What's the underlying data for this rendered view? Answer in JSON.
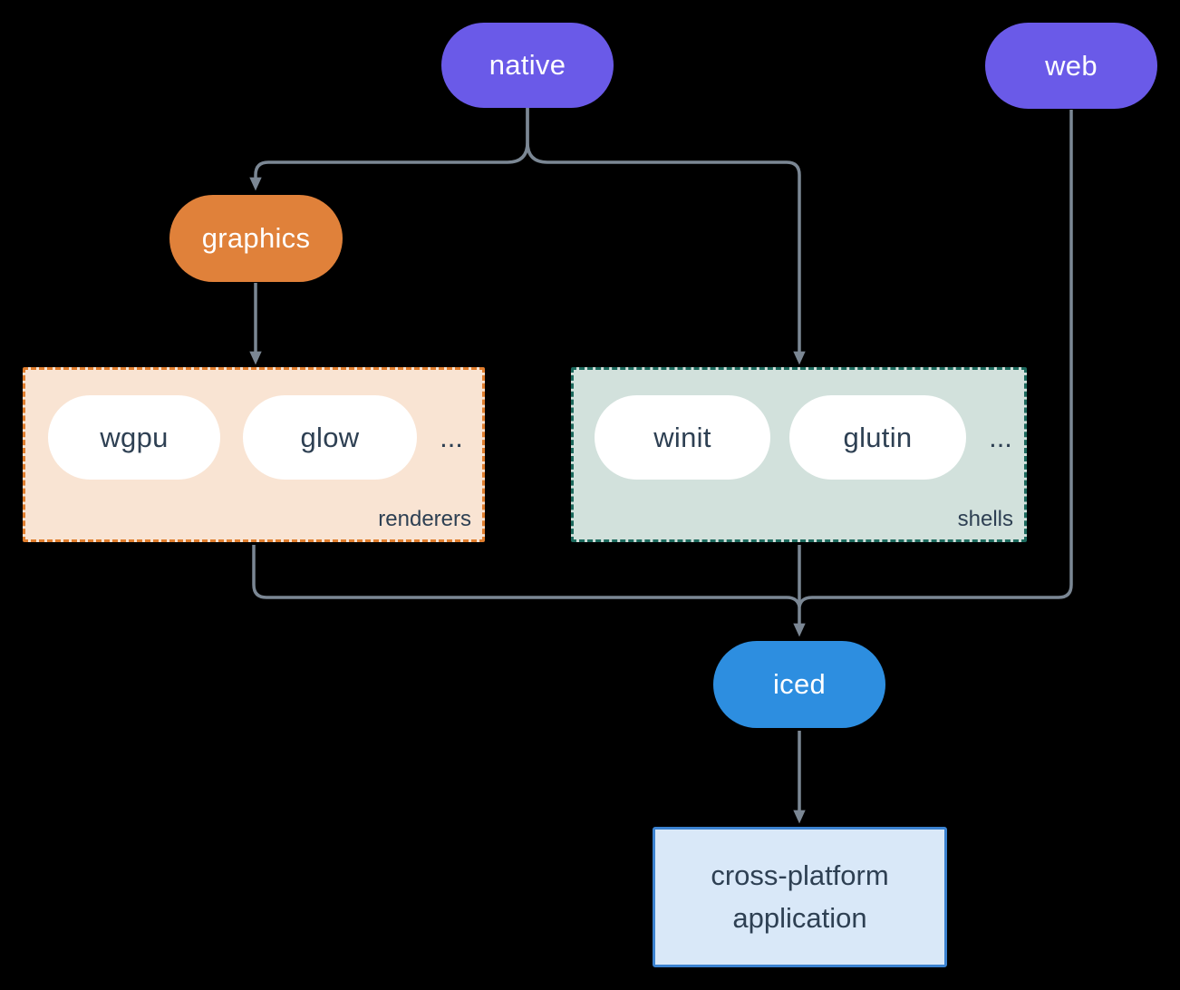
{
  "nodes": {
    "native": {
      "label": "native"
    },
    "web": {
      "label": "web"
    },
    "graphics": {
      "label": "graphics"
    },
    "wgpu": {
      "label": "wgpu"
    },
    "glow": {
      "label": "glow"
    },
    "winit": {
      "label": "winit"
    },
    "glutin": {
      "label": "glutin"
    },
    "iced": {
      "label": "iced"
    },
    "application": {
      "label": "cross-platform application"
    }
  },
  "groups": {
    "renderers": {
      "label": "renderers",
      "more": "..."
    },
    "shells": {
      "label": "shells",
      "more": "..."
    }
  },
  "edges": [
    {
      "from": "native",
      "to": "graphics"
    },
    {
      "from": "native",
      "to": "shells"
    },
    {
      "from": "graphics",
      "to": "renderers"
    },
    {
      "from": "renderers",
      "to": "iced"
    },
    {
      "from": "shells",
      "to": "iced"
    },
    {
      "from": "web",
      "to": "iced"
    },
    {
      "from": "iced",
      "to": "application"
    }
  ],
  "colors": {
    "background": "#000000",
    "connector": "#7b8794",
    "node-purple": "#6a5ae8",
    "node-orange": "#e0813a",
    "node-blue": "#2d8ee0",
    "node-white": "#ffffff",
    "text-light": "#ffffff",
    "text-dark": "#2e4053",
    "renderers-fill": "#f9e4d3",
    "renderers-border": "#e07e2e",
    "shells-fill": "#d2e1dc",
    "shells-border": "#1d6a5e",
    "app-fill": "#d9e8f8",
    "app-border": "#3b82d0"
  }
}
